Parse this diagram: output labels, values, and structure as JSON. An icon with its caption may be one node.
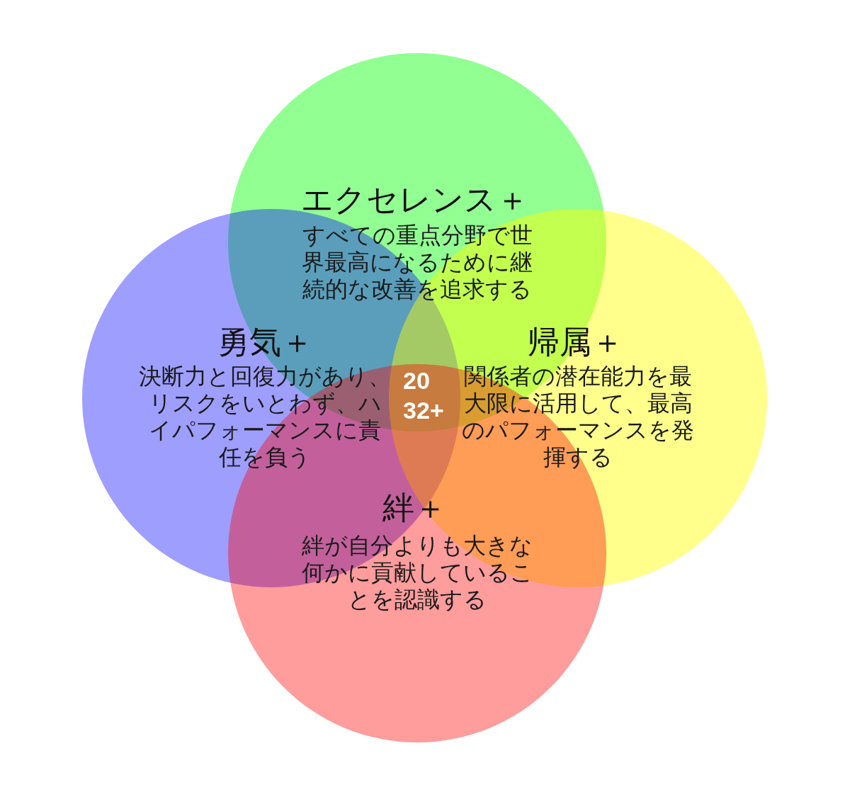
{
  "diagram": {
    "nodes": [
      {
        "text": [
          "エクセレンス＋",
          "すべての重点分野で世界最高になるために継続的な改善を追求する"
        ]
      },
      {
        "text": [
          "勇気＋",
          "決断力と回復力があり、リスクをいとわず、ハイパフォーマンスに責任を負う"
        ]
      },
      {
        "text": [
          "帰属＋",
          "関係者の潜在能力を最大限に活用して、最高のパフォーマンスを発揮する"
        ]
      },
      {
        "text": [
          "絆＋",
          "絆が自分よりも大きな何かに貢献していることを認識する"
        ]
      }
    ],
    "labels": [
      "20 32+"
    ]
  }
}
